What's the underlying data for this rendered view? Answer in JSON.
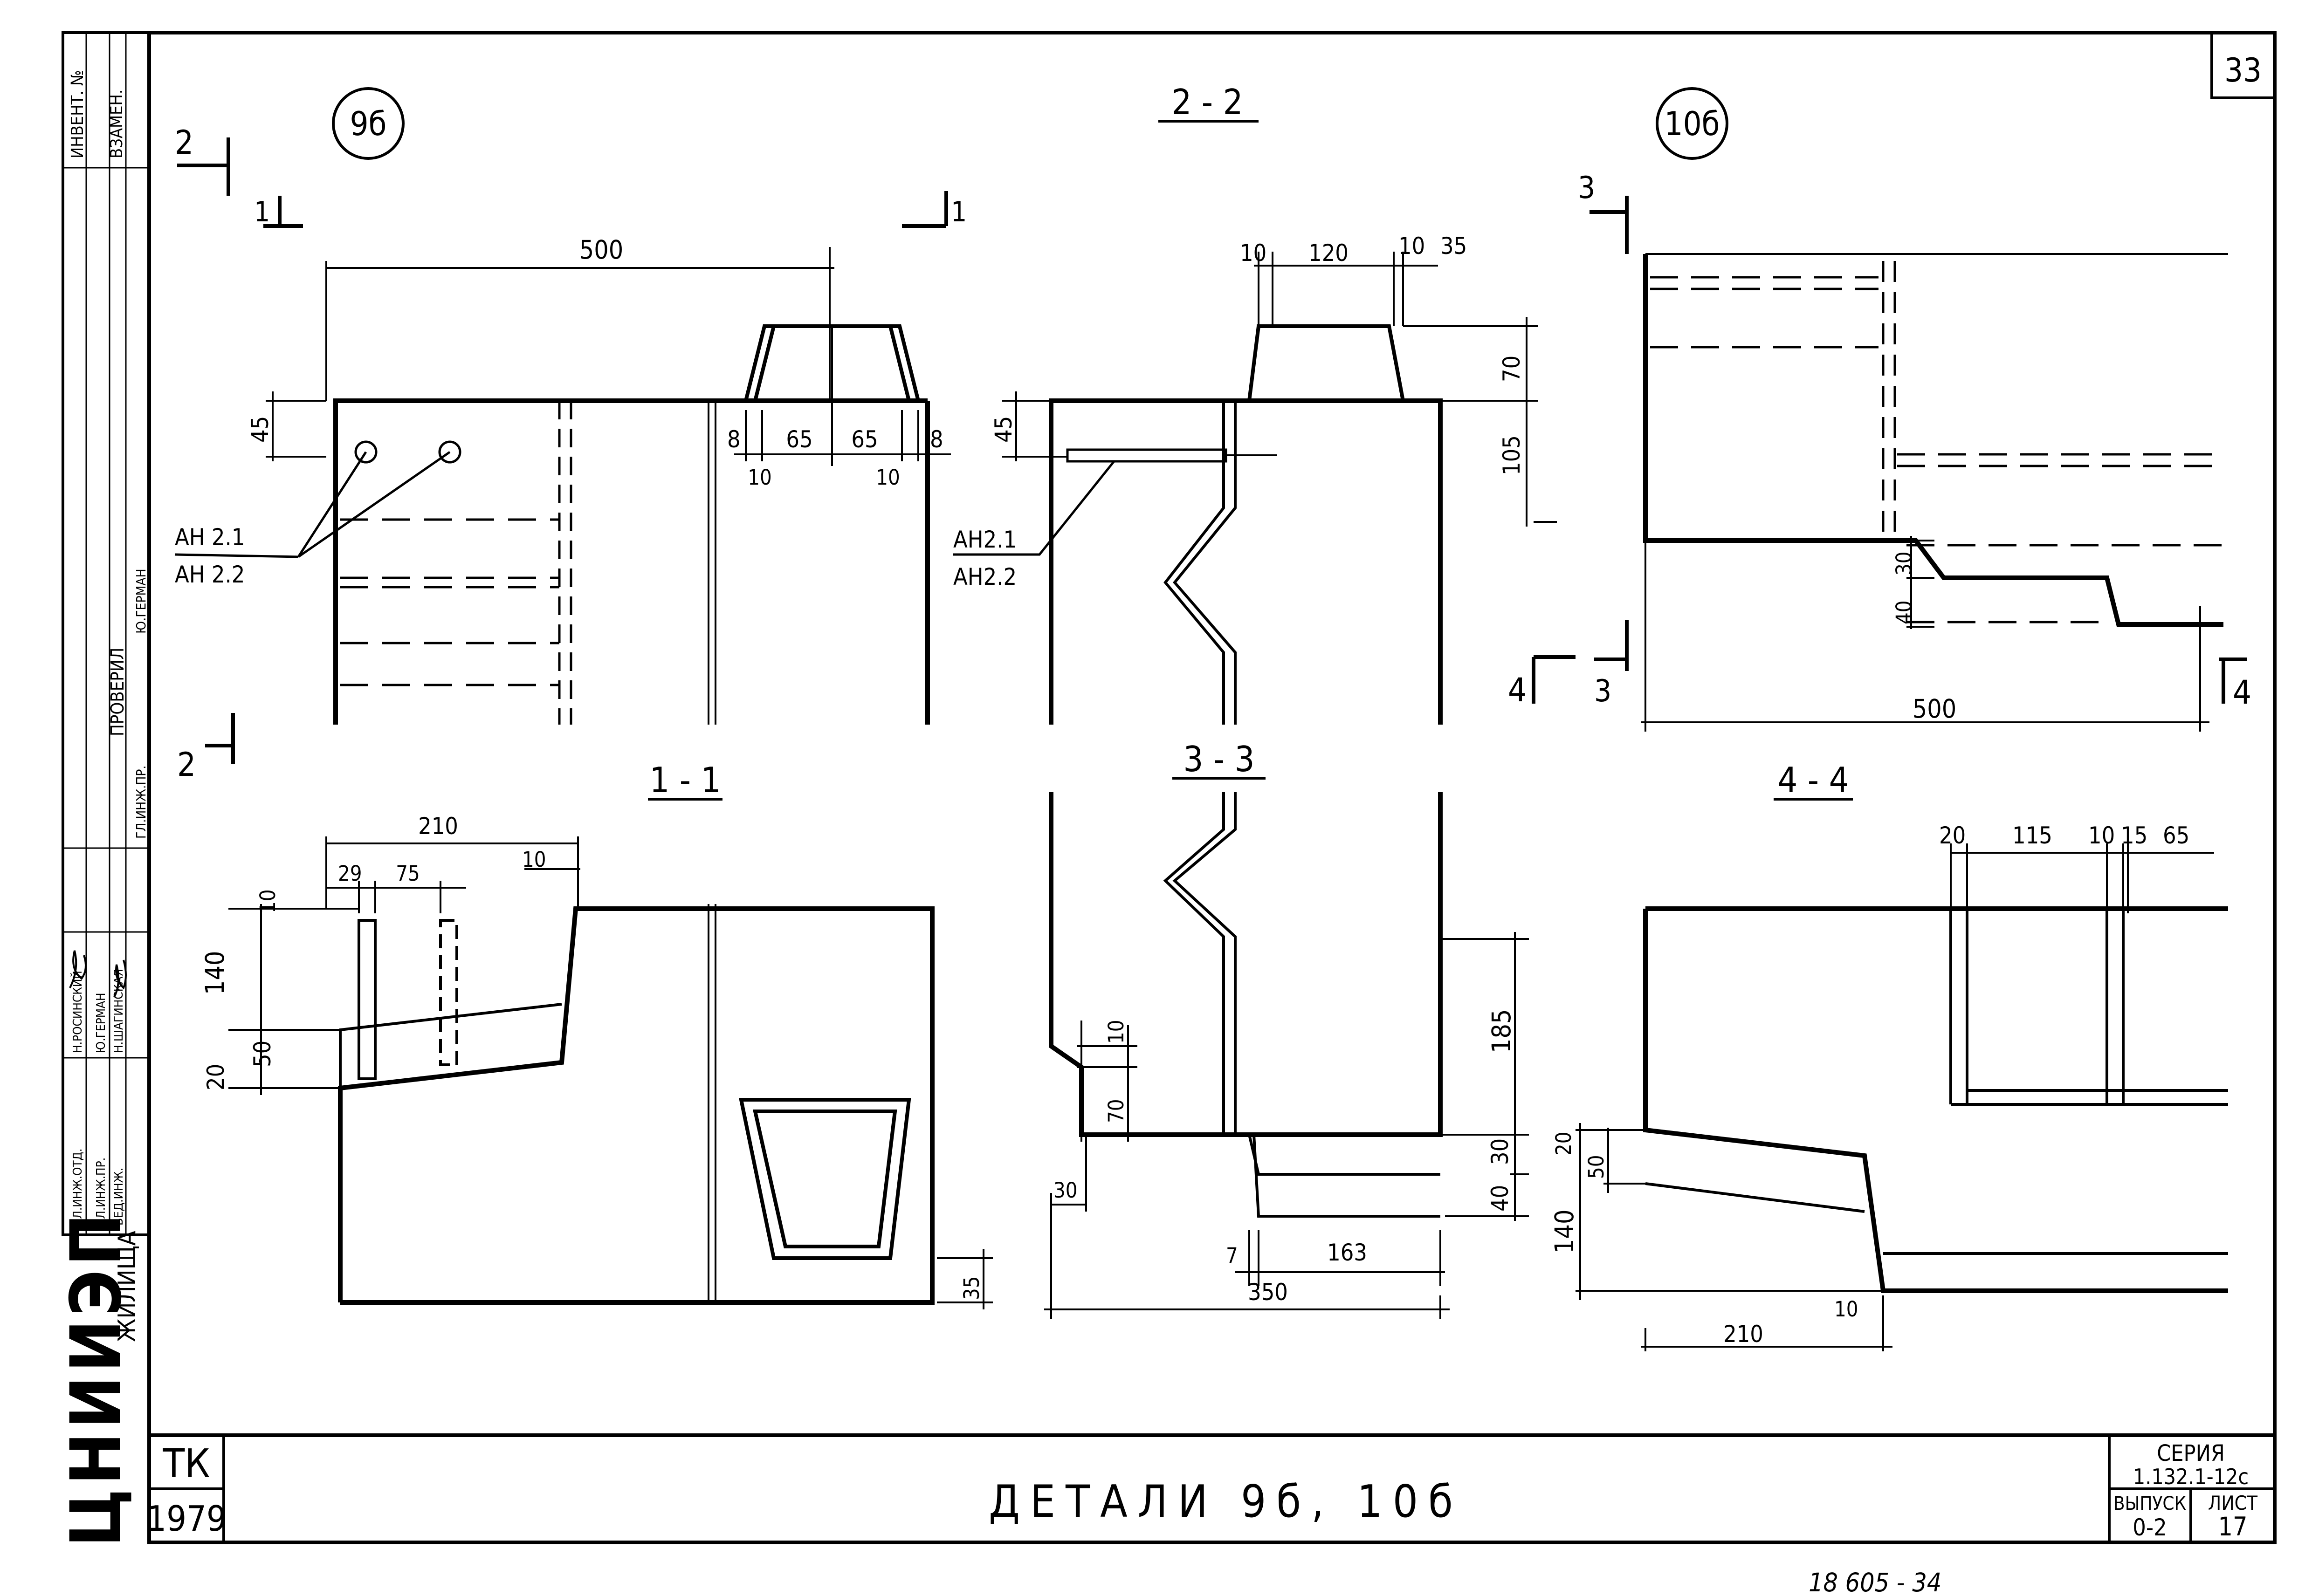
{
  "sheet_number": "33",
  "details": {
    "d9": "9б",
    "d10": "10б"
  },
  "sections": {
    "s22": "2 - 2",
    "s11": "1 - 1",
    "s33": "3 - 3",
    "s44": "4 - 4"
  },
  "markers": {
    "m2": "2",
    "m1": "1",
    "m3": "3",
    "m4": "4"
  },
  "dims": {
    "d500": "500",
    "d45": "45",
    "d8": "8",
    "d65": "65",
    "d10": "10",
    "d120": "120",
    "d35": "35",
    "d70": "70",
    "d105": "105",
    "d40": "40",
    "d30": "30",
    "d210": "210",
    "d29": "29",
    "d75": "75",
    "d140": "140",
    "d50": "50",
    "d20": "20",
    "d185": "185",
    "d7": "7",
    "d163": "163",
    "d350": "350",
    "d115": "115",
    "d15": "15"
  },
  "anchors": {
    "a1": "АН 2.1",
    "a2": "АН 2.2",
    "b1": "АН2.1",
    "b2": "АН2.2"
  },
  "side_stamp": {
    "invent": "ИНВЕНТ. №",
    "vzamen": "ВЗАМЕН.",
    "proveril": "ПРОВЕРИЛ",
    "rows": [
      {
        "role": "ГЛ.ИНЖ.ОТД.",
        "name": "Н.РОСИНСКИЙ"
      },
      {
        "role": "ГЛ.ИНЖ.ПР.",
        "name": "Ю.ГЕРМАН"
      },
      {
        "role": "ВЕД.ИНЖ.",
        "name": "Н.ШАГИНСКАЯ"
      }
    ],
    "check_role": "ГЛ.ИНЖ.ПР.",
    "check_name": "Ю.ГЕРМАН",
    "org_sub": "ЖИЛИЩА",
    "org_logo": "ЦНИИЭП"
  },
  "title_block": {
    "tk": "ТК",
    "year": "1979",
    "title": "ДЕТАЛИ 9б, 10б",
    "seriya_label": "СЕРИЯ",
    "seriya_value": "1.132.1-12с",
    "vypusk_label": "ВЫПУСК",
    "vypusk_value": "0-2",
    "list_label": "ЛИСТ",
    "list_value": "17"
  },
  "footer_note": "18 605 - 34"
}
